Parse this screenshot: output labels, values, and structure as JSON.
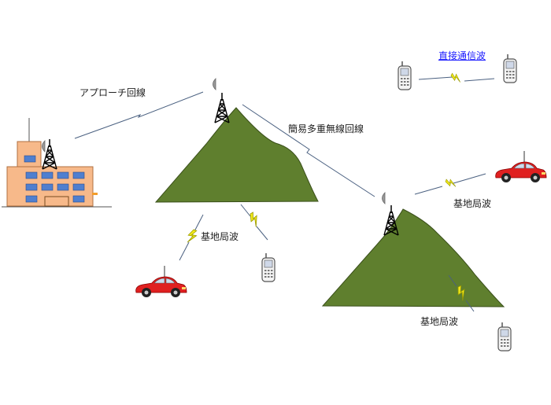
{
  "labels": {
    "approach_line": "アプローチ回線",
    "simple_multiplex": "簡易多重無線回線",
    "direct_comm": "直接通信波",
    "base_station_left": "基地局波",
    "base_station_right_top": "基地局波",
    "base_station_right_bottom": "基地局波"
  },
  "colors": {
    "mountain": "#5f7f2e",
    "building": "#f7b98a",
    "window": "#4f7fcf",
    "car": "#e02020",
    "bolt": "#e6e600",
    "link_line": "#4a6080"
  },
  "icons": [
    "radio-tower-icon",
    "building-icon",
    "mountain-icon",
    "car-icon",
    "mobile-phone-icon",
    "lightning-bolt-icon",
    "dish-antenna-icon"
  ]
}
